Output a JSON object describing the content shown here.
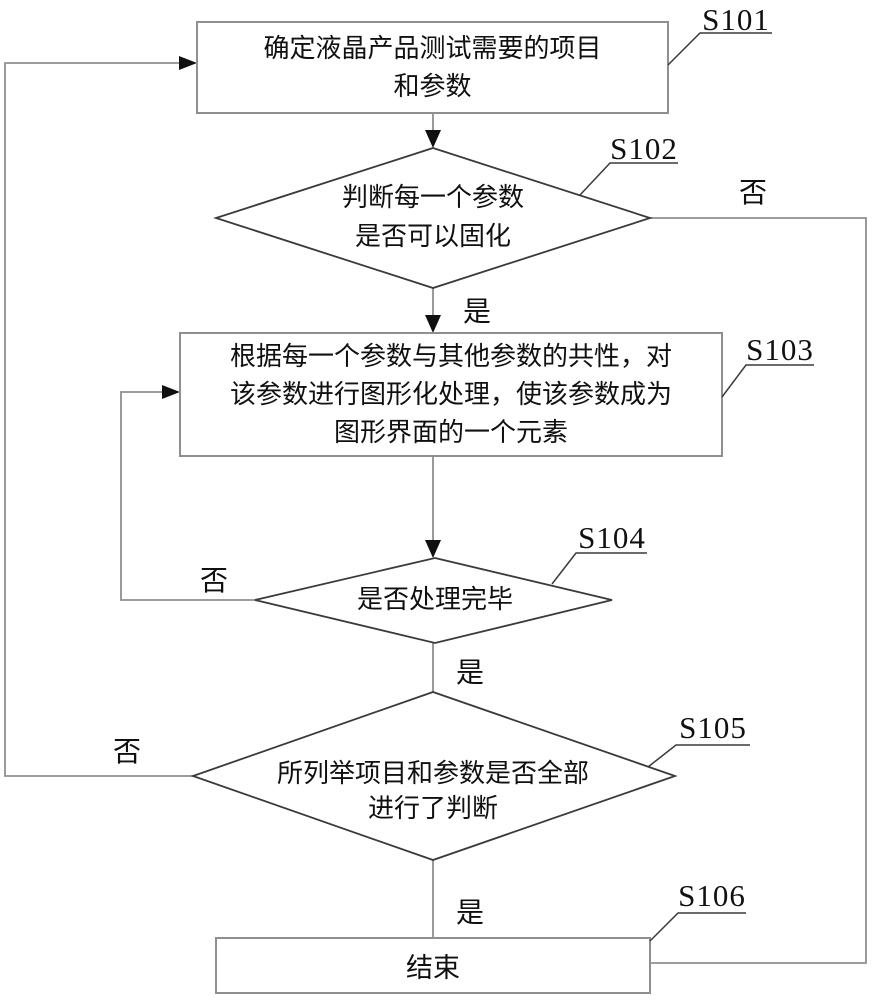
{
  "figure": {
    "background": "#ffffff",
    "colors": {
      "connector_gray": "#8f8f8f",
      "decision_border": "#3a3a3a",
      "process_border": "#8f8f8f",
      "text": "#101010",
      "arrowhead": "#101010"
    },
    "steps": {
      "s101": {
        "label": "S101",
        "type": "process",
        "lines": [
          "确定液晶产品测试需要的项目",
          "和参数"
        ]
      },
      "s102": {
        "label": "S102",
        "type": "decision",
        "lines": [
          "判断每一个参数",
          "是否可以固化"
        ]
      },
      "s103": {
        "label": "S103",
        "type": "process",
        "lines": [
          "根据每一个参数与其他参数的共性，对",
          "该参数进行图形化处理，使该参数成为",
          "图形界面的一个元素"
        ]
      },
      "s104": {
        "label": "S104",
        "type": "decision",
        "lines": [
          "是否处理完毕"
        ]
      },
      "s105": {
        "label": "S105",
        "type": "decision",
        "lines": [
          "所列举项目和参数是否全部",
          "进行了判断"
        ]
      },
      "s106": {
        "label": "S106",
        "type": "process",
        "lines": [
          "结束"
        ]
      }
    },
    "branch_labels": {
      "s102_no": "否",
      "s102_yes": "是",
      "s104_no": "否",
      "s104_yes": "是",
      "s105_no": "否",
      "s105_yes": "是"
    }
  }
}
